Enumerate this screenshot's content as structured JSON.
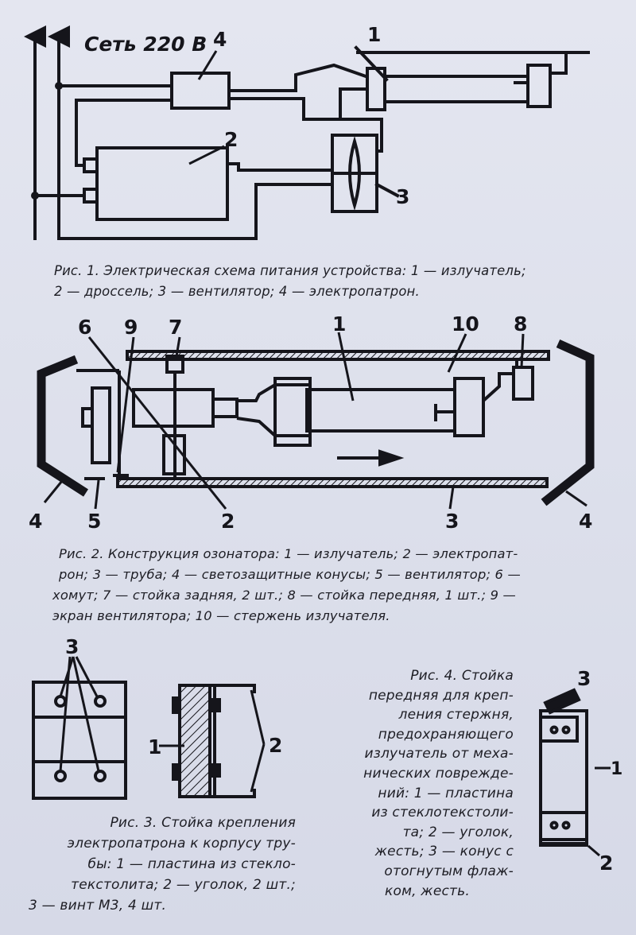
{
  "fig1": {
    "net_label": "Сеть 220 В",
    "labels": [
      "1",
      "2",
      "3",
      "4"
    ],
    "caption_line1": "Рис. 1. Электрическая схема питания устройства: 1 — излучатель;",
    "caption_line2": "2 — дроссель; 3 — вентилятор; 4 — электропатрон."
  },
  "fig2": {
    "labels": [
      "6",
      "9",
      "7",
      "1",
      "10",
      "8",
      "4",
      "5",
      "2",
      "3",
      "4"
    ],
    "caption_line1": "Рис. 2. Конструкция озонатора: 1 — излучатель; 2 — электропат-",
    "caption_line2": "рон; 3 — труба; 4 — светозащитные конусы; 5 — вентилятор; 6 —",
    "caption_line3": "хомут; 7 — стойка задняя, 2 шт.; 8 — стойка передняя, 1 шт.; 9 —",
    "caption_line4": "экран вентилятора; 10 — стержень излучателя."
  },
  "fig3": {
    "labels": [
      "3",
      "1",
      "2"
    ],
    "caption_lines": [
      "Рис. 3. Стойка крепления",
      "электропатрона к корпусу тру-",
      "бы: 1 — пластина из стекло-",
      "текстолита; 2 — уголок, 2 шт.;",
      "3 — винт М3, 4 шт."
    ]
  },
  "fig4": {
    "labels": [
      "3",
      "1",
      "2"
    ],
    "caption_lines": [
      "Рис. 4. Стойка",
      "передняя для креп-",
      "ления стержня,",
      "предохраняющего",
      "излучатель от меха-",
      "нических поврежде-",
      "ний: 1 — пластина",
      "из стеклотекстоли-",
      "та; 2 — уголок,",
      "жесть; 3 — конус с",
      "отогнутым флаж-",
      "ком, жесть."
    ]
  }
}
